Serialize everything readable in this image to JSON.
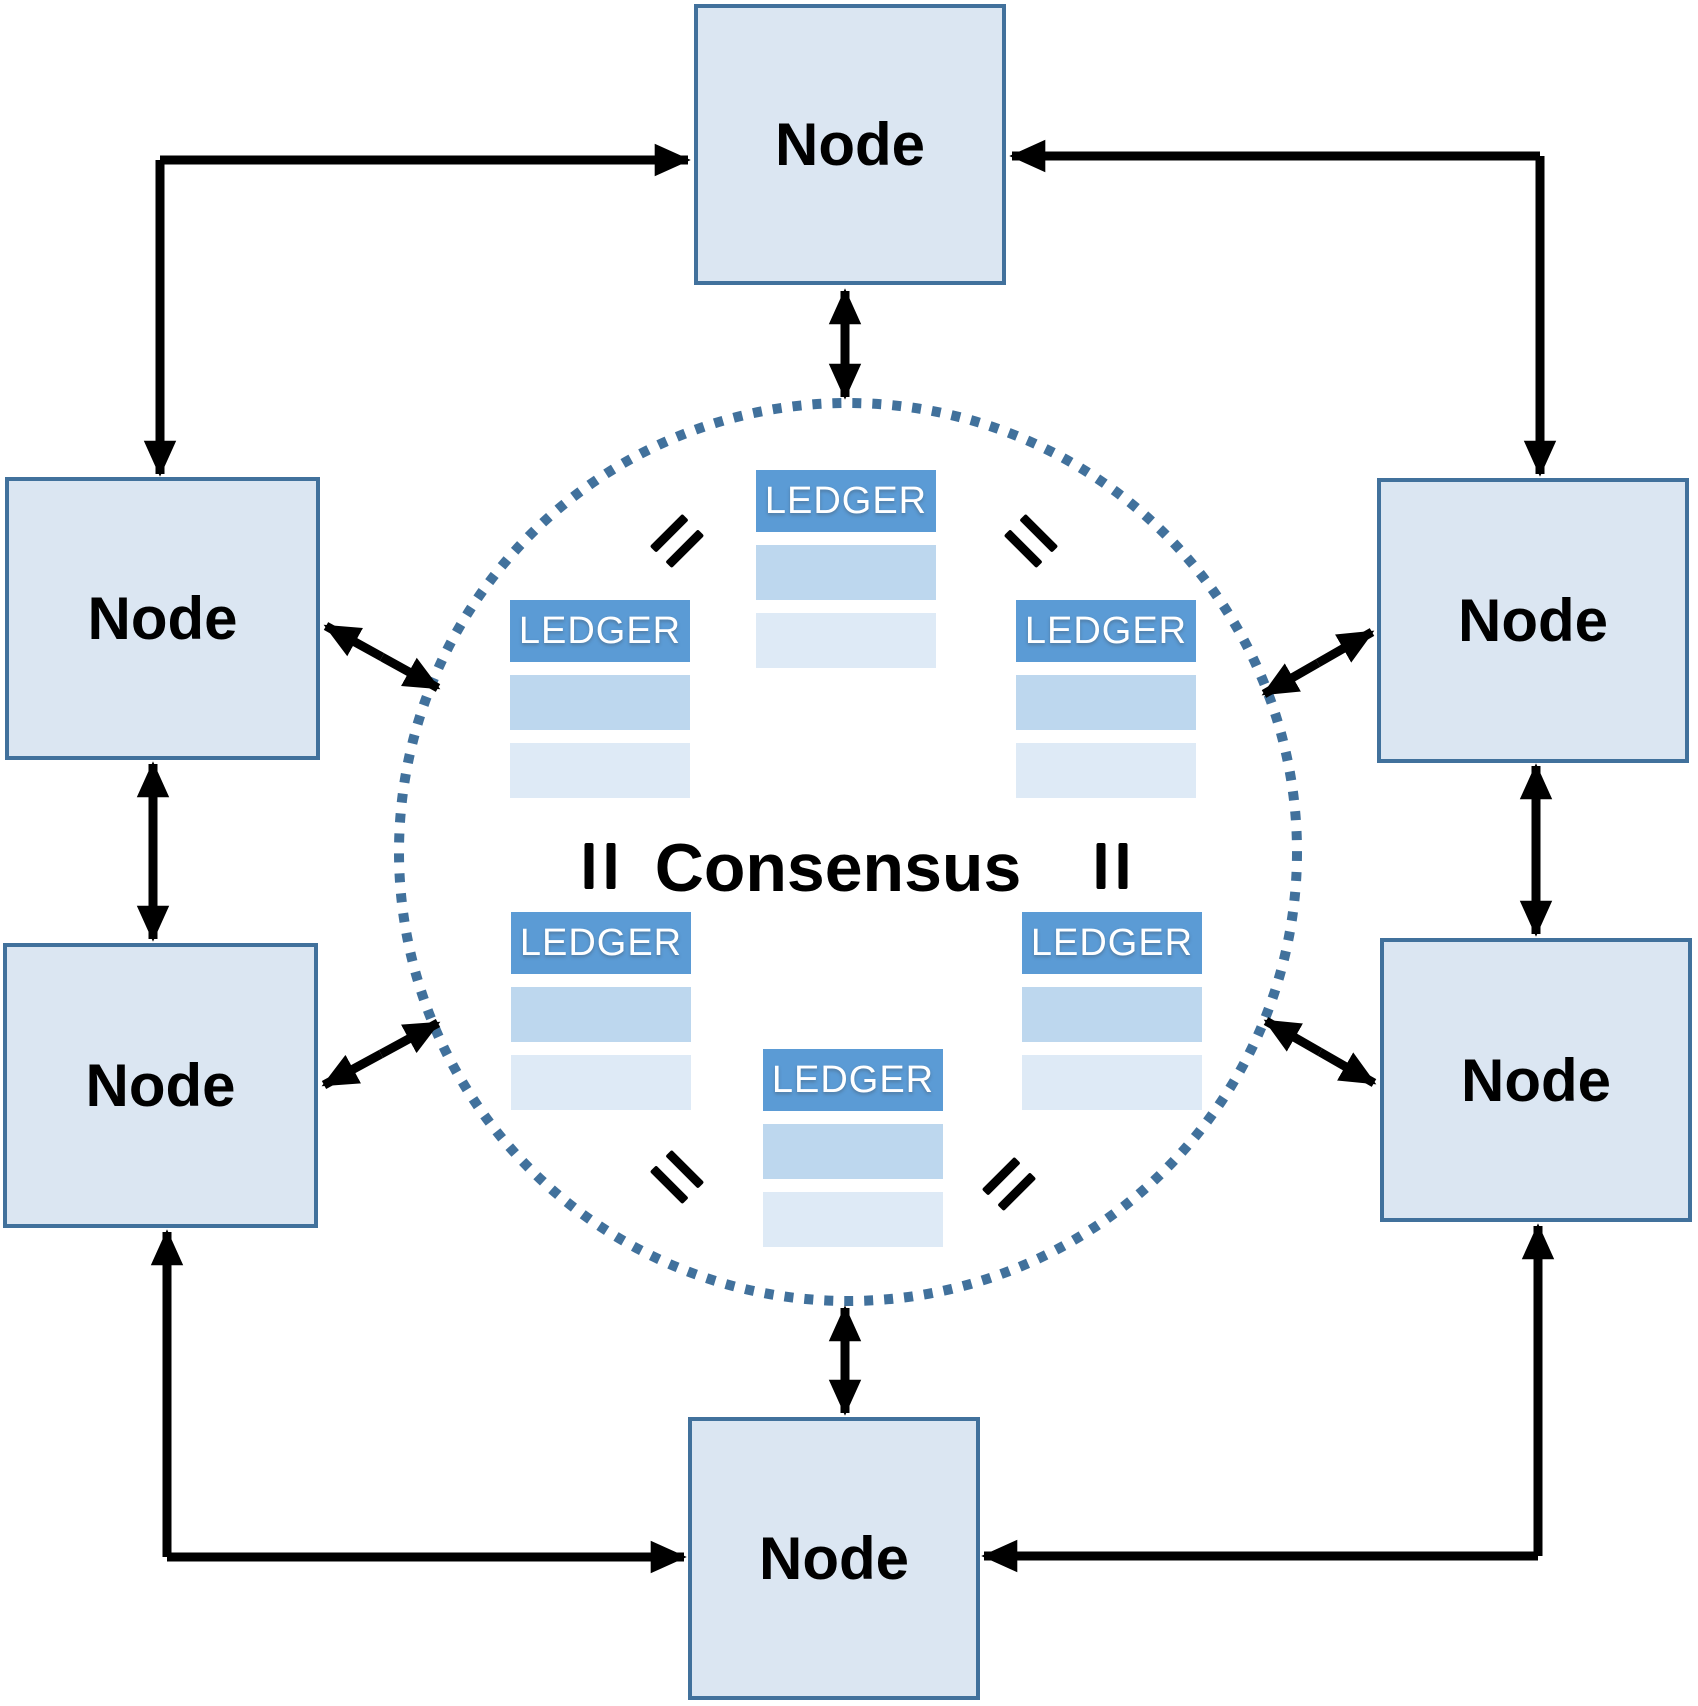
{
  "diagram": {
    "center_label": "Consensus",
    "nodes": [
      {
        "id": "top",
        "label": "Node"
      },
      {
        "id": "left-upper",
        "label": "Node"
      },
      {
        "id": "right-upper",
        "label": "Node"
      },
      {
        "id": "left-lower",
        "label": "Node"
      },
      {
        "id": "right-lower",
        "label": "Node"
      },
      {
        "id": "bottom",
        "label": "Node"
      }
    ],
    "ledgers": [
      {
        "id": "top",
        "label": "LEDGER"
      },
      {
        "id": "left-upper",
        "label": "LEDGER"
      },
      {
        "id": "right-upper",
        "label": "LEDGER"
      },
      {
        "id": "left-lower",
        "label": "LEDGER"
      },
      {
        "id": "right-lower",
        "label": "LEDGER"
      },
      {
        "id": "bottom",
        "label": "LEDGER"
      }
    ],
    "equals_marks": [
      {
        "position": "upper-left",
        "symbol": "="
      },
      {
        "position": "upper-right",
        "symbol": "="
      },
      {
        "position": "left",
        "symbol": "="
      },
      {
        "position": "right",
        "symbol": "="
      },
      {
        "position": "lower-left",
        "symbol": "="
      },
      {
        "position": "lower-right",
        "symbol": "="
      }
    ],
    "colors": {
      "bg": "#ffffff",
      "node-fill": "#dbe6f2",
      "node-border": "#41719c",
      "ledger-header": "#5b9bd5",
      "ledger-header-text": "#ffffff",
      "ledger-row-mid": "#bdd7ee",
      "ledger-row-light": "#deeaf6",
      "circle-dots": "#41719c",
      "arrow": "#000000",
      "text": "#000000"
    }
  }
}
